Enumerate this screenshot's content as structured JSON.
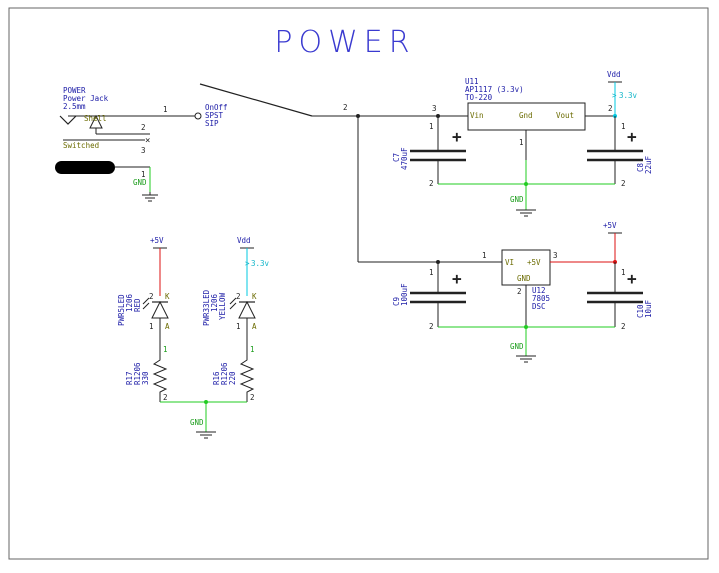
{
  "title": "POWER",
  "colors": {
    "wire": "#222222",
    "gnd_net": "#22cc22",
    "vdd_net": "#00c8e0",
    "v5_net": "#dd1111",
    "label": "#1a1aa6",
    "pin": "#6b6b00",
    "frame": "#666666"
  },
  "jack": {
    "name": "POWER",
    "desc": "Power Jack",
    "size": "2.5mm",
    "pin_shell": "Shell",
    "pin_switched": "Switched",
    "pin1": "1",
    "pin2": "2",
    "pin3": "3",
    "gnd_pin": "1",
    "gnd": "GND"
  },
  "switch": {
    "name1": "OnOff",
    "name2": "SPST",
    "name3": "SIP",
    "pin1": "1",
    "pin2": "2"
  },
  "u11": {
    "ref": "U11",
    "part": "AP1117 (3.3v)",
    "pkg": "TO-220",
    "vin": "Vin",
    "gnd": "Gnd",
    "vout": "Vout",
    "pin_in": "3",
    "pin_gnd": "1",
    "pin_out": "2"
  },
  "u12": {
    "ref": "U12",
    "part": "7805",
    "pkg": "DSC",
    "vi": "VI",
    "vo": "+5V",
    "gnd": "GND",
    "pin_in": "1",
    "pin_gnd": "2",
    "pin_out": "3"
  },
  "c7": {
    "ref": "C7",
    "value": "470uF",
    "pin1": "1",
    "pin2": "2"
  },
  "c8": {
    "ref": "C8",
    "value": "22uF",
    "pin1": "1",
    "pin2": "2"
  },
  "c9": {
    "ref": "C9",
    "value": "100uF",
    "pin1": "1",
    "pin2": "2"
  },
  "c10": {
    "ref": "C10",
    "value": "10uF",
    "pin1": "1",
    "pin2": "2"
  },
  "vdd": {
    "label": "Vdd",
    "net": "3.3v"
  },
  "v5": {
    "label": "+5V"
  },
  "gnd": {
    "label": "GND"
  },
  "nodes": {
    "n2": "2",
    "n3": "3",
    "n1": "1"
  },
  "led1": {
    "name": "PWR5LED",
    "pkg": "1206",
    "color": "RED",
    "pin_k": "K",
    "pin_a": "A",
    "pin2": "2",
    "pin1": "1"
  },
  "led2": {
    "name": "PWR33LED",
    "pkg": "1206",
    "color": "YELLOW",
    "pin_k": "K",
    "pin_a": "A",
    "pin2": "2",
    "pin1": "1"
  },
  "r17": {
    "ref": "R17",
    "pkg": "R1206",
    "value": "330",
    "pin1": "1",
    "pin2": "2"
  },
  "r16": {
    "ref": "R16",
    "pkg": "R1206",
    "value": "220",
    "pin1": "1",
    "pin2": "2"
  }
}
